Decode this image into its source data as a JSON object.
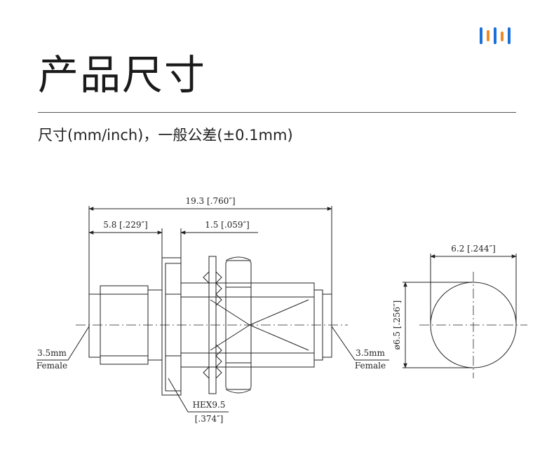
{
  "header": {
    "title": "产品尺寸",
    "subtitle": "尺寸(mm/inch)，一般公差(±0.1mm)",
    "logo_colors": [
      "#1b6fd8",
      "#f08a24",
      "#1b6fd8",
      "#f08a24",
      "#1b6fd8"
    ]
  },
  "drawing": {
    "overall_length": "19.3 [.760″]",
    "left_length": "5.8 [.229″]",
    "flange_width": "1.5 [.059″]",
    "left_port_size": "3.5mm",
    "left_port_gender": "Female",
    "right_port_size": "3.5mm",
    "right_port_gender": "Female",
    "hex_size": "HEX9.5",
    "hex_size_inch": "[.374″]",
    "end_width": "6.2 [.244″]",
    "end_diameter": "ø6.5 [.256″]"
  }
}
